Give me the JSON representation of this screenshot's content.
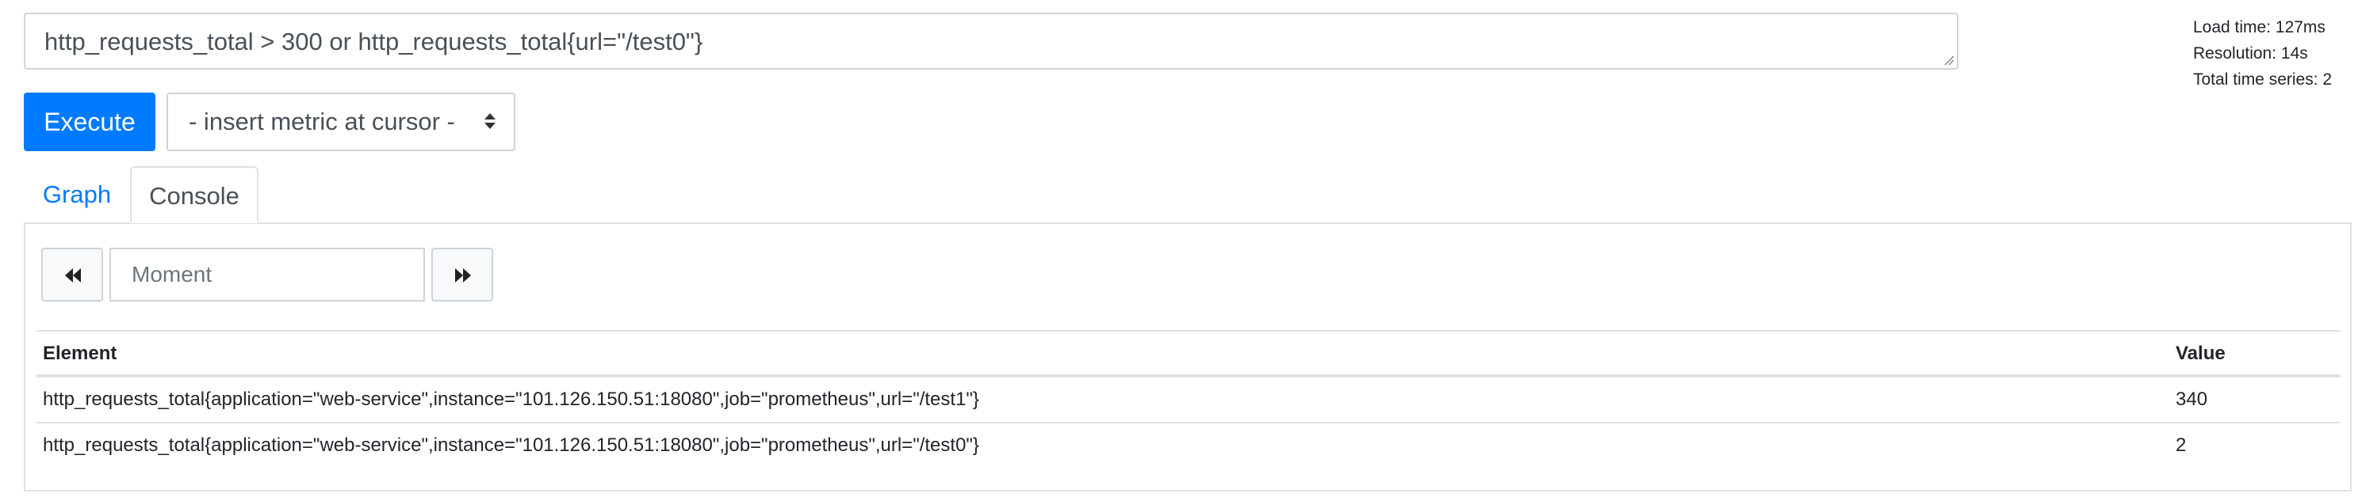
{
  "query": {
    "expression": "http_requests_total > 300 or http_requests_total{url=\"/test0\"}"
  },
  "stats": {
    "load_time": "Load time: 127ms",
    "resolution": "Resolution: 14s",
    "total_series": "Total time series: 2"
  },
  "toolbar": {
    "execute_label": "Execute",
    "metric_select_value": "- insert metric at cursor -"
  },
  "tabs": [
    {
      "label": "Graph",
      "active": false
    },
    {
      "label": "Console",
      "active": true
    }
  ],
  "console": {
    "moment_placeholder": "Moment",
    "columns": [
      "Element",
      "Value"
    ],
    "rows": [
      {
        "element": "http_requests_total{application=\"web-service\",instance=\"101.126.150.51:18080\",job=\"prometheus\",url=\"/test1\"}",
        "value": "340"
      },
      {
        "element": "http_requests_total{application=\"web-service\",instance=\"101.126.150.51:18080\",job=\"prometheus\",url=\"/test0\"}",
        "value": "2"
      }
    ]
  },
  "colors": {
    "accent": "#007bff",
    "border": "#ced4da",
    "text": "#212529"
  }
}
